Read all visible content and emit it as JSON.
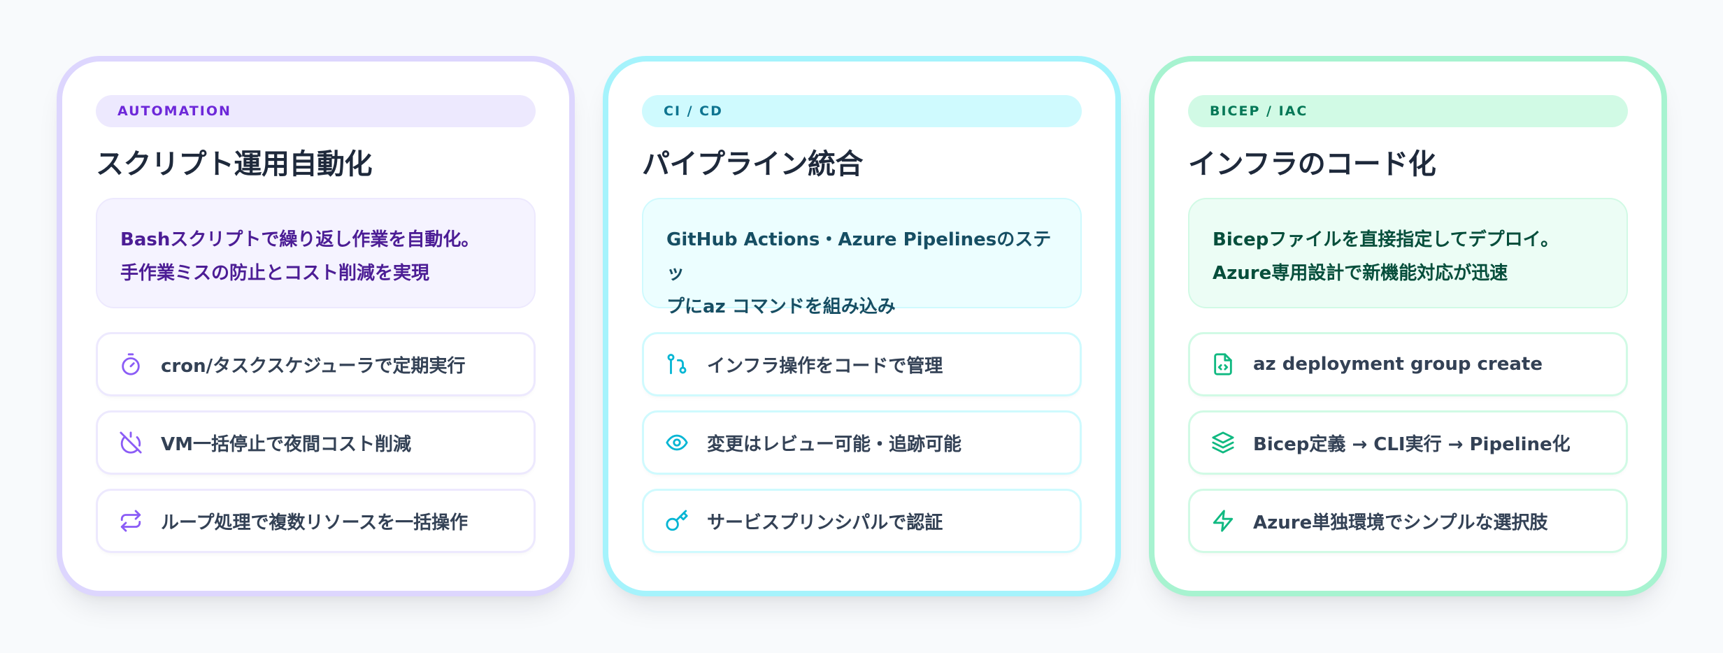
{
  "cards": [
    {
      "badge": "AUTOMATION",
      "title": "スクリプト運用自動化",
      "description": {
        "line1": "Bashスクリプトで繰り返し作業を自動化。",
        "line2": "手作業ミスの防止とコスト削減を実現"
      },
      "accent_color": "#8b5cf6",
      "features": [
        {
          "icon": "timer-icon",
          "label": "cron/タスクスケジューラで定期実行"
        },
        {
          "icon": "power-off-icon",
          "label": "VM一括停止で夜間コスト削減"
        },
        {
          "icon": "repeat-icon",
          "label": "ループ処理で複数リソースを一括操作"
        }
      ]
    },
    {
      "badge": "CI / CD",
      "title": "パイプライン統合",
      "description": {
        "line1": "GitHub Actions・Azure Pipelinesのステッ",
        "line2": "プにaz コマンドを組み込み"
      },
      "accent_color": "#06b6d4",
      "features": [
        {
          "icon": "git-pull-request-icon",
          "label": "インフラ操作をコードで管理"
        },
        {
          "icon": "eye-icon",
          "label": "変更はレビュー可能・追跡可能"
        },
        {
          "icon": "key-icon",
          "label": "サービスプリンシパルで認証"
        }
      ]
    },
    {
      "badge": "BICEP / IAC",
      "title": "インフラのコード化",
      "description": {
        "line1": "Bicepファイルを直接指定してデプロイ。",
        "line2": "Azure専用設計で新機能対応が迅速"
      },
      "accent_color": "#10b981",
      "features": [
        {
          "icon": "file-code-icon",
          "label": "az deployment group create"
        },
        {
          "icon": "layers-icon",
          "label": "Bicep定義 → CLI実行 → Pipeline化"
        },
        {
          "icon": "zap-icon",
          "label": "Azure単独環境でシンプルな選択肢"
        }
      ]
    }
  ]
}
